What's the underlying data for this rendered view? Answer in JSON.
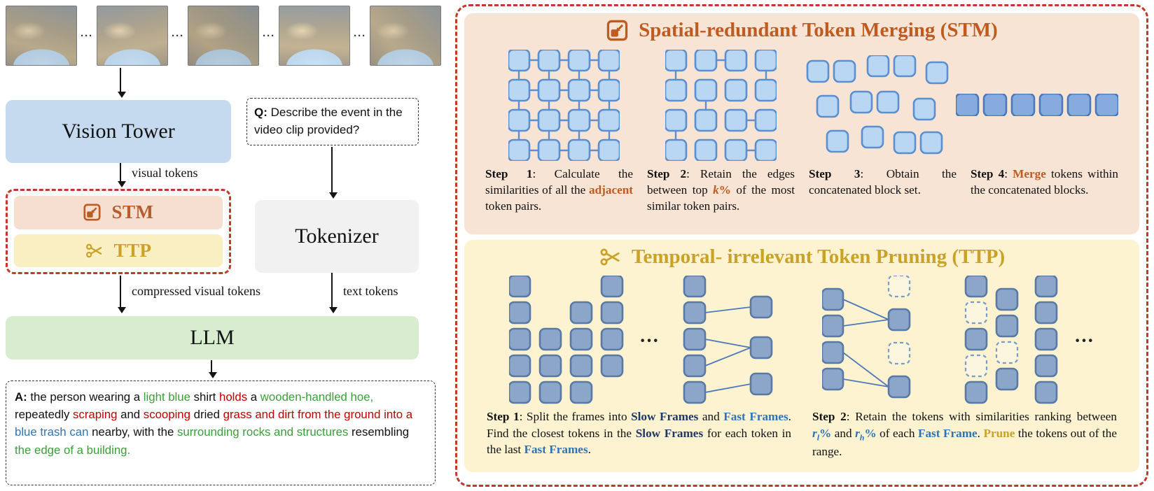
{
  "diagram_ellipsis": "···",
  "colors": {
    "accent_dash_red": "#c0392b",
    "stm_orange": "#bf5b21",
    "ttp_gold": "#c9a227",
    "vision_tower_bg": "#c5d9ef",
    "tokenizer_bg": "#f1f1f2",
    "llm_bg": "#d8ecd0",
    "stm_panel_bg": "#f8e4d5",
    "ttp_panel_bg": "#fdf3d0",
    "answer_green": "#3a9e3a",
    "answer_red": "#c00000",
    "answer_blue": "#2e74b5",
    "slow_frames_navy": "#1f3864",
    "fast_frames_blue": "#2e74b5"
  },
  "pipeline": {
    "frames_ellipsis": "···",
    "vision_tower_label": "Vision Tower",
    "stm_label": "STM",
    "ttp_label": "TTP",
    "tokenizer_label": "Tokenizer",
    "llm_label": "LLM",
    "visual_tokens_label": "visual tokens",
    "compressed_visual_tokens_label": "compressed visual tokens",
    "text_tokens_label": "text tokens",
    "question": [
      {
        "text": "Q:",
        "bold": true
      },
      {
        "text": " Describe the event in the video clip provided?"
      }
    ],
    "answer": [
      {
        "text": "A:",
        "bold": true
      },
      {
        "text": " the person wearing a "
      },
      {
        "text": "light blue",
        "color": "green"
      },
      {
        "text": " shirt "
      },
      {
        "text": "holds",
        "color": "red"
      },
      {
        "text": " a "
      },
      {
        "text": "wooden-handled hoe,",
        "color": "green"
      },
      {
        "text": " repeatedly "
      },
      {
        "text": "scraping",
        "color": "red"
      },
      {
        "text": " and "
      },
      {
        "text": "scooping",
        "color": "red"
      },
      {
        "text": " dried "
      },
      {
        "text": "grass and dirt from the ground into a",
        "color": "red"
      },
      {
        "text": " "
      },
      {
        "text": "blue trash can",
        "color": "blue"
      },
      {
        "text": " nearby, with the "
      },
      {
        "text": "surrounding rocks and structures",
        "color": "green"
      },
      {
        "text": " resembling "
      },
      {
        "text": "the edge of a building.",
        "color": "green"
      }
    ]
  },
  "stm_panel": {
    "title": "Spatial-redundant Token Merging (STM)",
    "steps": [
      [
        {
          "text": "Step 1",
          "bold": true
        },
        {
          "text": ": Calculate the similarities of all the "
        },
        {
          "text": "adjacent",
          "bold": true,
          "color": "orange"
        },
        {
          "text": " token pairs."
        }
      ],
      [
        {
          "text": "Step 2",
          "bold": true
        },
        {
          "text": ": Retain the edges between top "
        },
        {
          "text": "k",
          "bold": true,
          "italic": true,
          "color": "orange"
        },
        {
          "text": "%",
          "bold": true,
          "color": "orange"
        },
        {
          "text": " of the most similar token pairs."
        }
      ],
      [
        {
          "text": "Step 3",
          "bold": true
        },
        {
          "text": ": Obtain the concatenated block set."
        }
      ],
      [
        {
          "text": "Step 4",
          "bold": true
        },
        {
          "text": ": "
        },
        {
          "text": "Merge",
          "bold": true,
          "color": "orange"
        },
        {
          "text": " tokens within the concatenated blocks."
        }
      ]
    ]
  },
  "ttp_panel": {
    "title": "Temporal- irrelevant Token Pruning (TTP)",
    "steps": [
      [
        {
          "text": "Step 1",
          "bold": true
        },
        {
          "text": ": Split the frames into "
        },
        {
          "text": "Slow Frames",
          "bold": true,
          "color": "navy"
        },
        {
          "text": " and "
        },
        {
          "text": "Fast Frames",
          "bold": true,
          "color": "blue"
        },
        {
          "text": ". Find the closest tokens in the "
        },
        {
          "text": "Slow Frames",
          "bold": true,
          "color": "navy"
        },
        {
          "text": " for each token in the last "
        },
        {
          "text": "Fast Frames",
          "bold": true,
          "color": "blue"
        },
        {
          "text": "."
        }
      ],
      [
        {
          "text": "Step 2",
          "bold": true
        },
        {
          "text": ": Retain the tokens with similarities ranking between "
        },
        {
          "text": "r",
          "bold": true,
          "italic": true,
          "color": "blue",
          "sub": "l"
        },
        {
          "text": "%",
          "bold": true,
          "color": "blue"
        },
        {
          "text": " and "
        },
        {
          "text": "r",
          "bold": true,
          "italic": true,
          "color": "blue",
          "sub": "h"
        },
        {
          "text": "%",
          "bold": true,
          "color": "blue"
        },
        {
          "text": " of each "
        },
        {
          "text": "Fast Frame",
          "bold": true,
          "color": "blue"
        },
        {
          "text": ". "
        },
        {
          "text": "Prune",
          "bold": true,
          "color": "gold"
        },
        {
          "text": " the tokens out of the range."
        }
      ]
    ]
  }
}
